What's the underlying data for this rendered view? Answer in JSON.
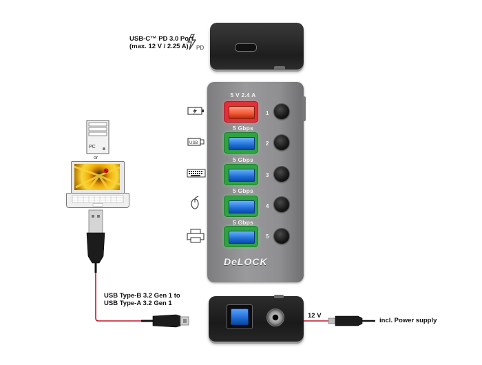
{
  "top_port": {
    "title": "USB-C™ PD 3.0 Port",
    "subtitle": "(max. 12 V / 2.25 A)",
    "pd_text": "PD"
  },
  "ports": [
    {
      "label": "5 V 2.4 A",
      "number": "1",
      "kind": "charging",
      "icon": "battery-charge-icon"
    },
    {
      "label": "5 Gbps",
      "number": "2",
      "kind": "data",
      "icon": "usb-stick-icon"
    },
    {
      "label": "5 Gbps",
      "number": "3",
      "kind": "data",
      "icon": "keyboard-icon"
    },
    {
      "label": "5 Gbps",
      "number": "4",
      "kind": "data",
      "icon": "mouse-icon"
    },
    {
      "label": "5 Gbps",
      "number": "5",
      "kind": "data",
      "icon": "printer-icon"
    }
  ],
  "brand": "DeLOCK",
  "pc": {
    "label": "PC",
    "or_text": "or"
  },
  "cable_label": {
    "line1": "USB Type-B 3.2 Gen 1 to",
    "line2": "USB Type-A 3.2 Gen 1"
  },
  "power": {
    "voltage": "12 V",
    "label": "incl. Power supply"
  },
  "colors": {
    "hub_body": "#8d8d8f",
    "cable_red": "#c0142a",
    "led_green": "#2fa341",
    "led_red": "#e0313b",
    "usb_blue": "#1f6fd6"
  }
}
